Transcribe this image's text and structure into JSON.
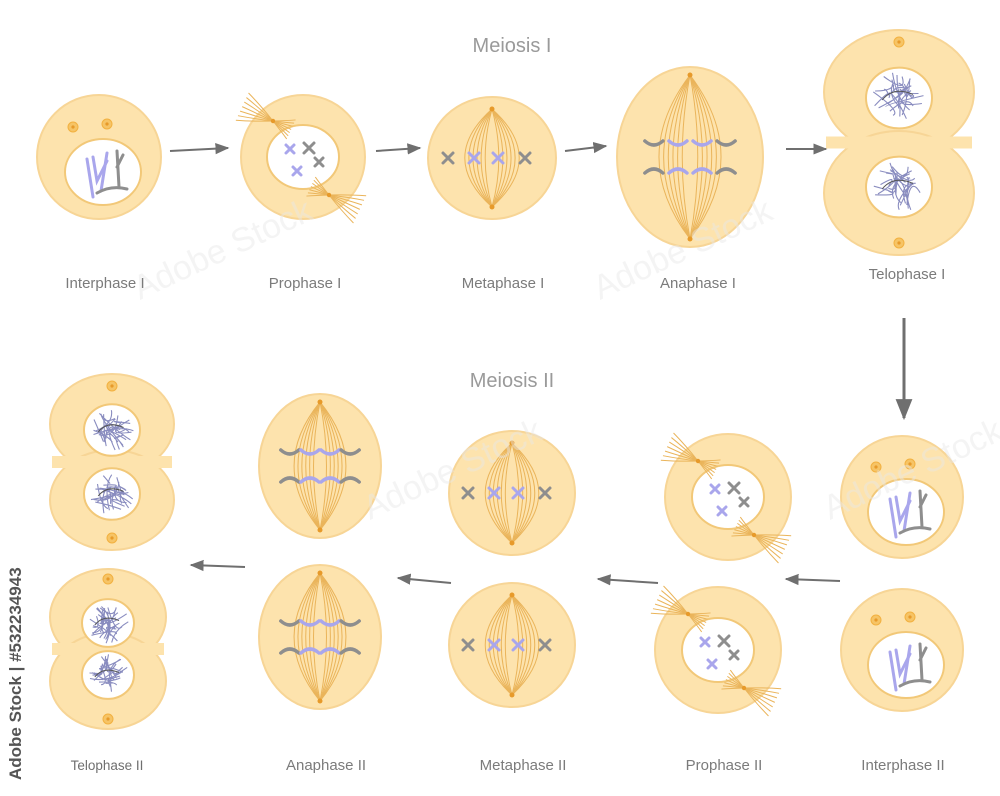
{
  "titles": {
    "meiosis1": "Meiosis I",
    "meiosis2": "Meiosis II"
  },
  "labels": {
    "interphase1": "Interphase I",
    "prophase1": "Prophase I",
    "metaphase1": "Metaphase I",
    "anaphase1": "Anaphase I",
    "telophase1": "Telophase I",
    "interphase2": "Interphase II",
    "prophase2": "Prophase II",
    "metaphase2": "Metaphase II",
    "anaphase2": "Anaphase II",
    "telophase2": "Telophase II"
  },
  "stock_id": "Adobe Stock | #532234943",
  "watermark_text": "Adobe Stock",
  "colors": {
    "cytoplasm": "#fde3ad",
    "membrane": "#f7d596",
    "spindle": "#eab45a",
    "centrosome": "#f2b140",
    "nucleus": "#ffffff",
    "chromosome_blue": "#a9a6ec",
    "chromosome_gray": "#8e8e8e",
    "arrow": "#6f6f6f",
    "label": "#7b7b7b"
  }
}
